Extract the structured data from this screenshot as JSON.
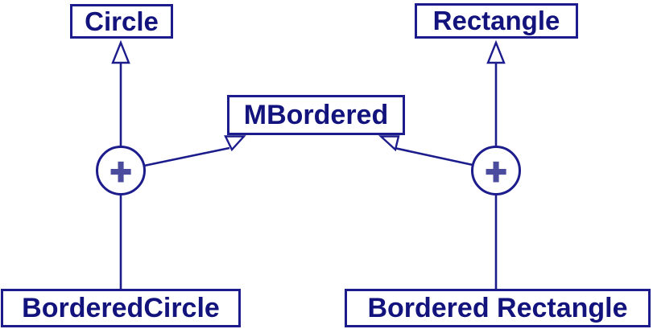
{
  "diagram": {
    "type": "class-mixin-diagram",
    "colors": {
      "background": "#ffffff",
      "line": "#1c1c8c",
      "box_border": "#1c1c8c",
      "text": "#13137d",
      "plus": "#4c4c9f"
    },
    "nodes": {
      "circle": {
        "label": "Circle"
      },
      "rectangle": {
        "label": "Rectangle"
      },
      "mbordered": {
        "label": "MBordered"
      },
      "bordered_circle": {
        "label": "BorderedCircle"
      },
      "bordered_rectangle": {
        "label": "Bordered Rectangle"
      }
    },
    "operators": {
      "left": {
        "symbol": "+"
      },
      "right": {
        "symbol": "+"
      }
    },
    "relations": [
      {
        "from": "BorderedCircle",
        "via": "left +",
        "to": "Circle",
        "type": "generalization-hollow-arrow"
      },
      {
        "from": "BorderedCircle",
        "via": "left +",
        "to": "MBordered",
        "type": "generalization-hollow-arrow"
      },
      {
        "from": "Bordered Rectangle",
        "via": "right +",
        "to": "Rectangle",
        "type": "generalization-hollow-arrow"
      },
      {
        "from": "Bordered Rectangle",
        "via": "right +",
        "to": "MBordered",
        "type": "generalization-hollow-arrow"
      }
    ]
  }
}
